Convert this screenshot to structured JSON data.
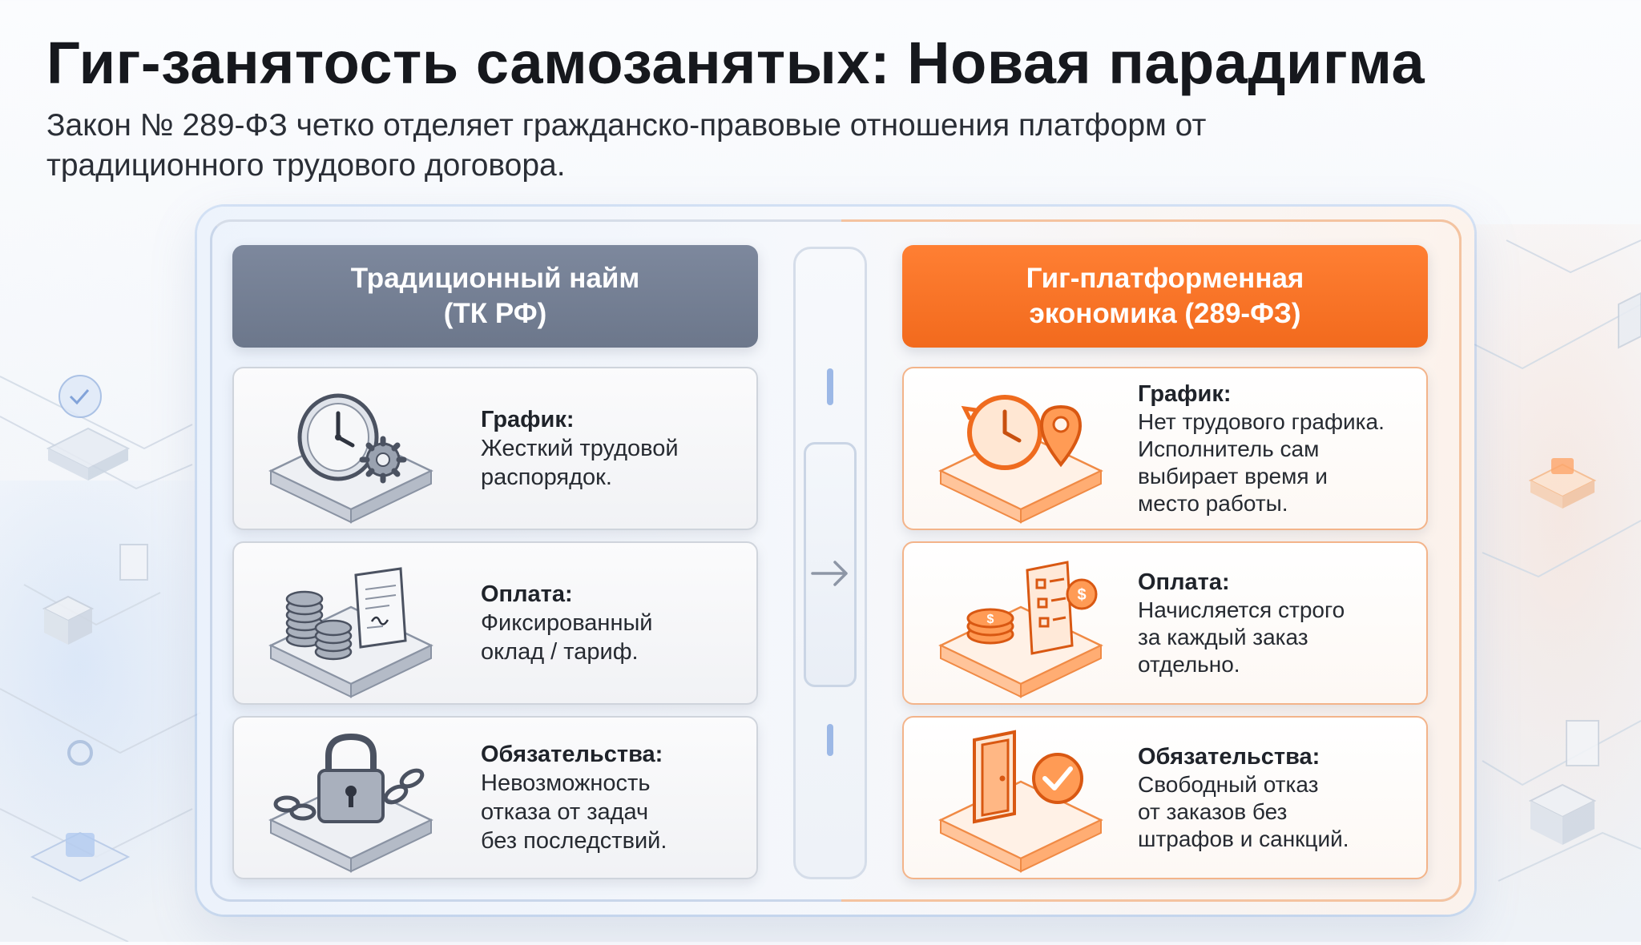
{
  "title": "Гиг-занятость самозанятых: Новая парадигма",
  "subtitle": "Закон № 289-ФЗ четко отделяет гражданско-правовые отношения платформ от традиционного трудового договора.",
  "left_column": {
    "header_line1": "Традиционный найм",
    "header_line2": "(ТК РФ)",
    "cards": [
      {
        "label": "График:",
        "desc": "Жесткий трудовой\nраспорядок.",
        "icon": "clock-gear-icon"
      },
      {
        "label": "Оплата:",
        "desc": "Фиксированный\nоклад / тариф.",
        "icon": "coins-contract-icon"
      },
      {
        "label": "Обязательства:",
        "desc": "Невозможность\nотказа от задач\nбез последствий.",
        "icon": "padlock-chain-icon"
      }
    ]
  },
  "right_column": {
    "header_line1": "Гиг-платформенная",
    "header_line2": "экономика (289-ФЗ)",
    "cards": [
      {
        "label": "График:",
        "desc": "Нет трудового графика.\nИсполнитель сам\nвыбирает время и\nместо работы.",
        "icon": "clock-location-pin-icon"
      },
      {
        "label": "Оплата:",
        "desc": "Начисляется строго\nза каждый заказ\nотдельно.",
        "icon": "coins-checklist-icon"
      },
      {
        "label": "Обязательства:",
        "desc": "Свободный отказ\nот заказов без\nштрафов и санкций.",
        "icon": "door-check-icon"
      }
    ]
  },
  "colors": {
    "left_accent": "#737e92",
    "right_accent": "#f5721f",
    "divider": "#d5dde9"
  }
}
